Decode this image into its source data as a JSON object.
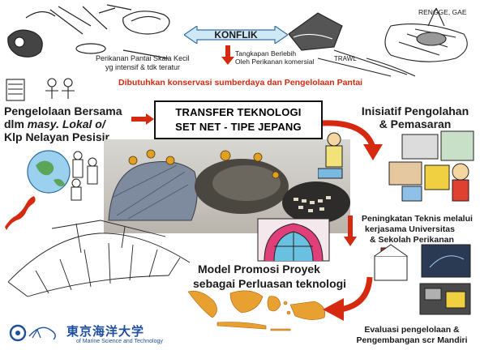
{
  "top": {
    "small_fishery_line1": "Perikanan Pantai Skala Kecil",
    "small_fishery_line2": "yg intensif & tdk teratur",
    "konflik": "KONFLIK",
    "commercial_line1": "Tangkapan Berlebih",
    "commercial_line2": "Oleh Perikanan komersial",
    "rengge": "RENGGE, GAE",
    "trawl": "TRAWL",
    "conservation": "Dibutuhkan konservasi sumberdaya dan Pengelolaan Pantai"
  },
  "center": {
    "line1": "TRANSFER TEKNOLOGI",
    "line2": "SET NET - TIPE JEPANG"
  },
  "left": {
    "line1": "Pengelolaan Bersama",
    "line2_a": "dlm ",
    "line2_b": "masy. Lokal",
    "line2_c": " o/",
    "line3": "Klp Nelayan Pesisir"
  },
  "right": {
    "line1": "Inisiatif Pengolahan",
    "line2": "& Pemasaran"
  },
  "mid_right": {
    "line1": "Peningkatan Teknis melalui",
    "line2": "kerjasama  Universitas",
    "line3": "& Sekolah Perikanan"
  },
  "model": {
    "line1": "Model Promosi Proyek",
    "line2": "sebagai Perluasan teknologi"
  },
  "eval": {
    "line1": "Evaluasi pengelolaan &",
    "line2": "Pengembangan scr Mandiri"
  },
  "logo": {
    "kanji": "東京海洋大学",
    "subtitle": "of Marine Science and Technology"
  },
  "colors": {
    "red": "#d62a10",
    "konflik_fill": "#cfe8f6",
    "konflik_border": "#3a6fa0",
    "logo_blue": "#1d4f9e"
  }
}
